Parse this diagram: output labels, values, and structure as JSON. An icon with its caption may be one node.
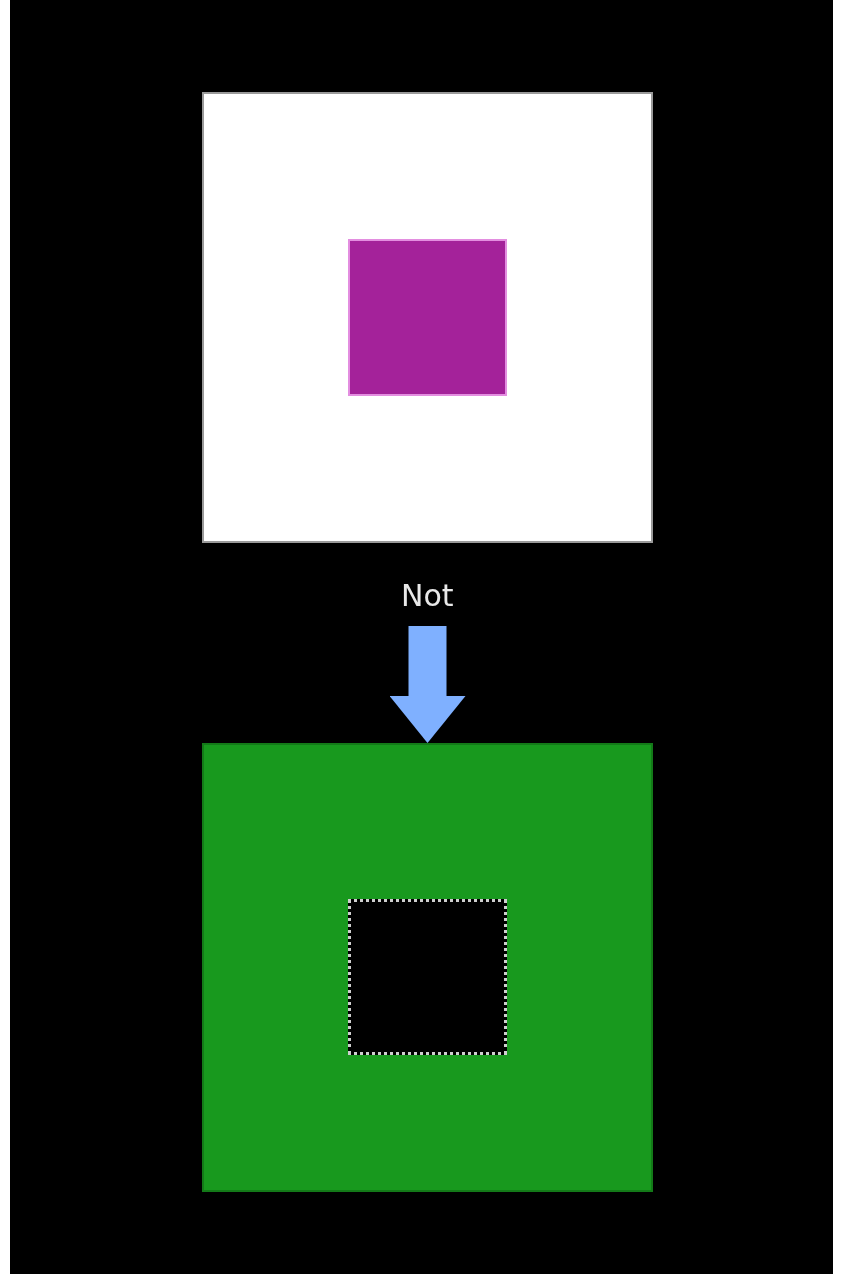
{
  "diagram": {
    "nodes": [
      {
        "text": [],
        "shape": "box"
      },
      {
        "text": [],
        "shape": "box",
        "in": 0
      },
      {
        "text": [],
        "shape": "box"
      },
      {
        "text": [],
        "shape": "box",
        "in": 2
      }
    ],
    "edges": [
      {
        "from": 0,
        "to": 2,
        "arrow": "to",
        "label": "Not"
      }
    ]
  }
}
